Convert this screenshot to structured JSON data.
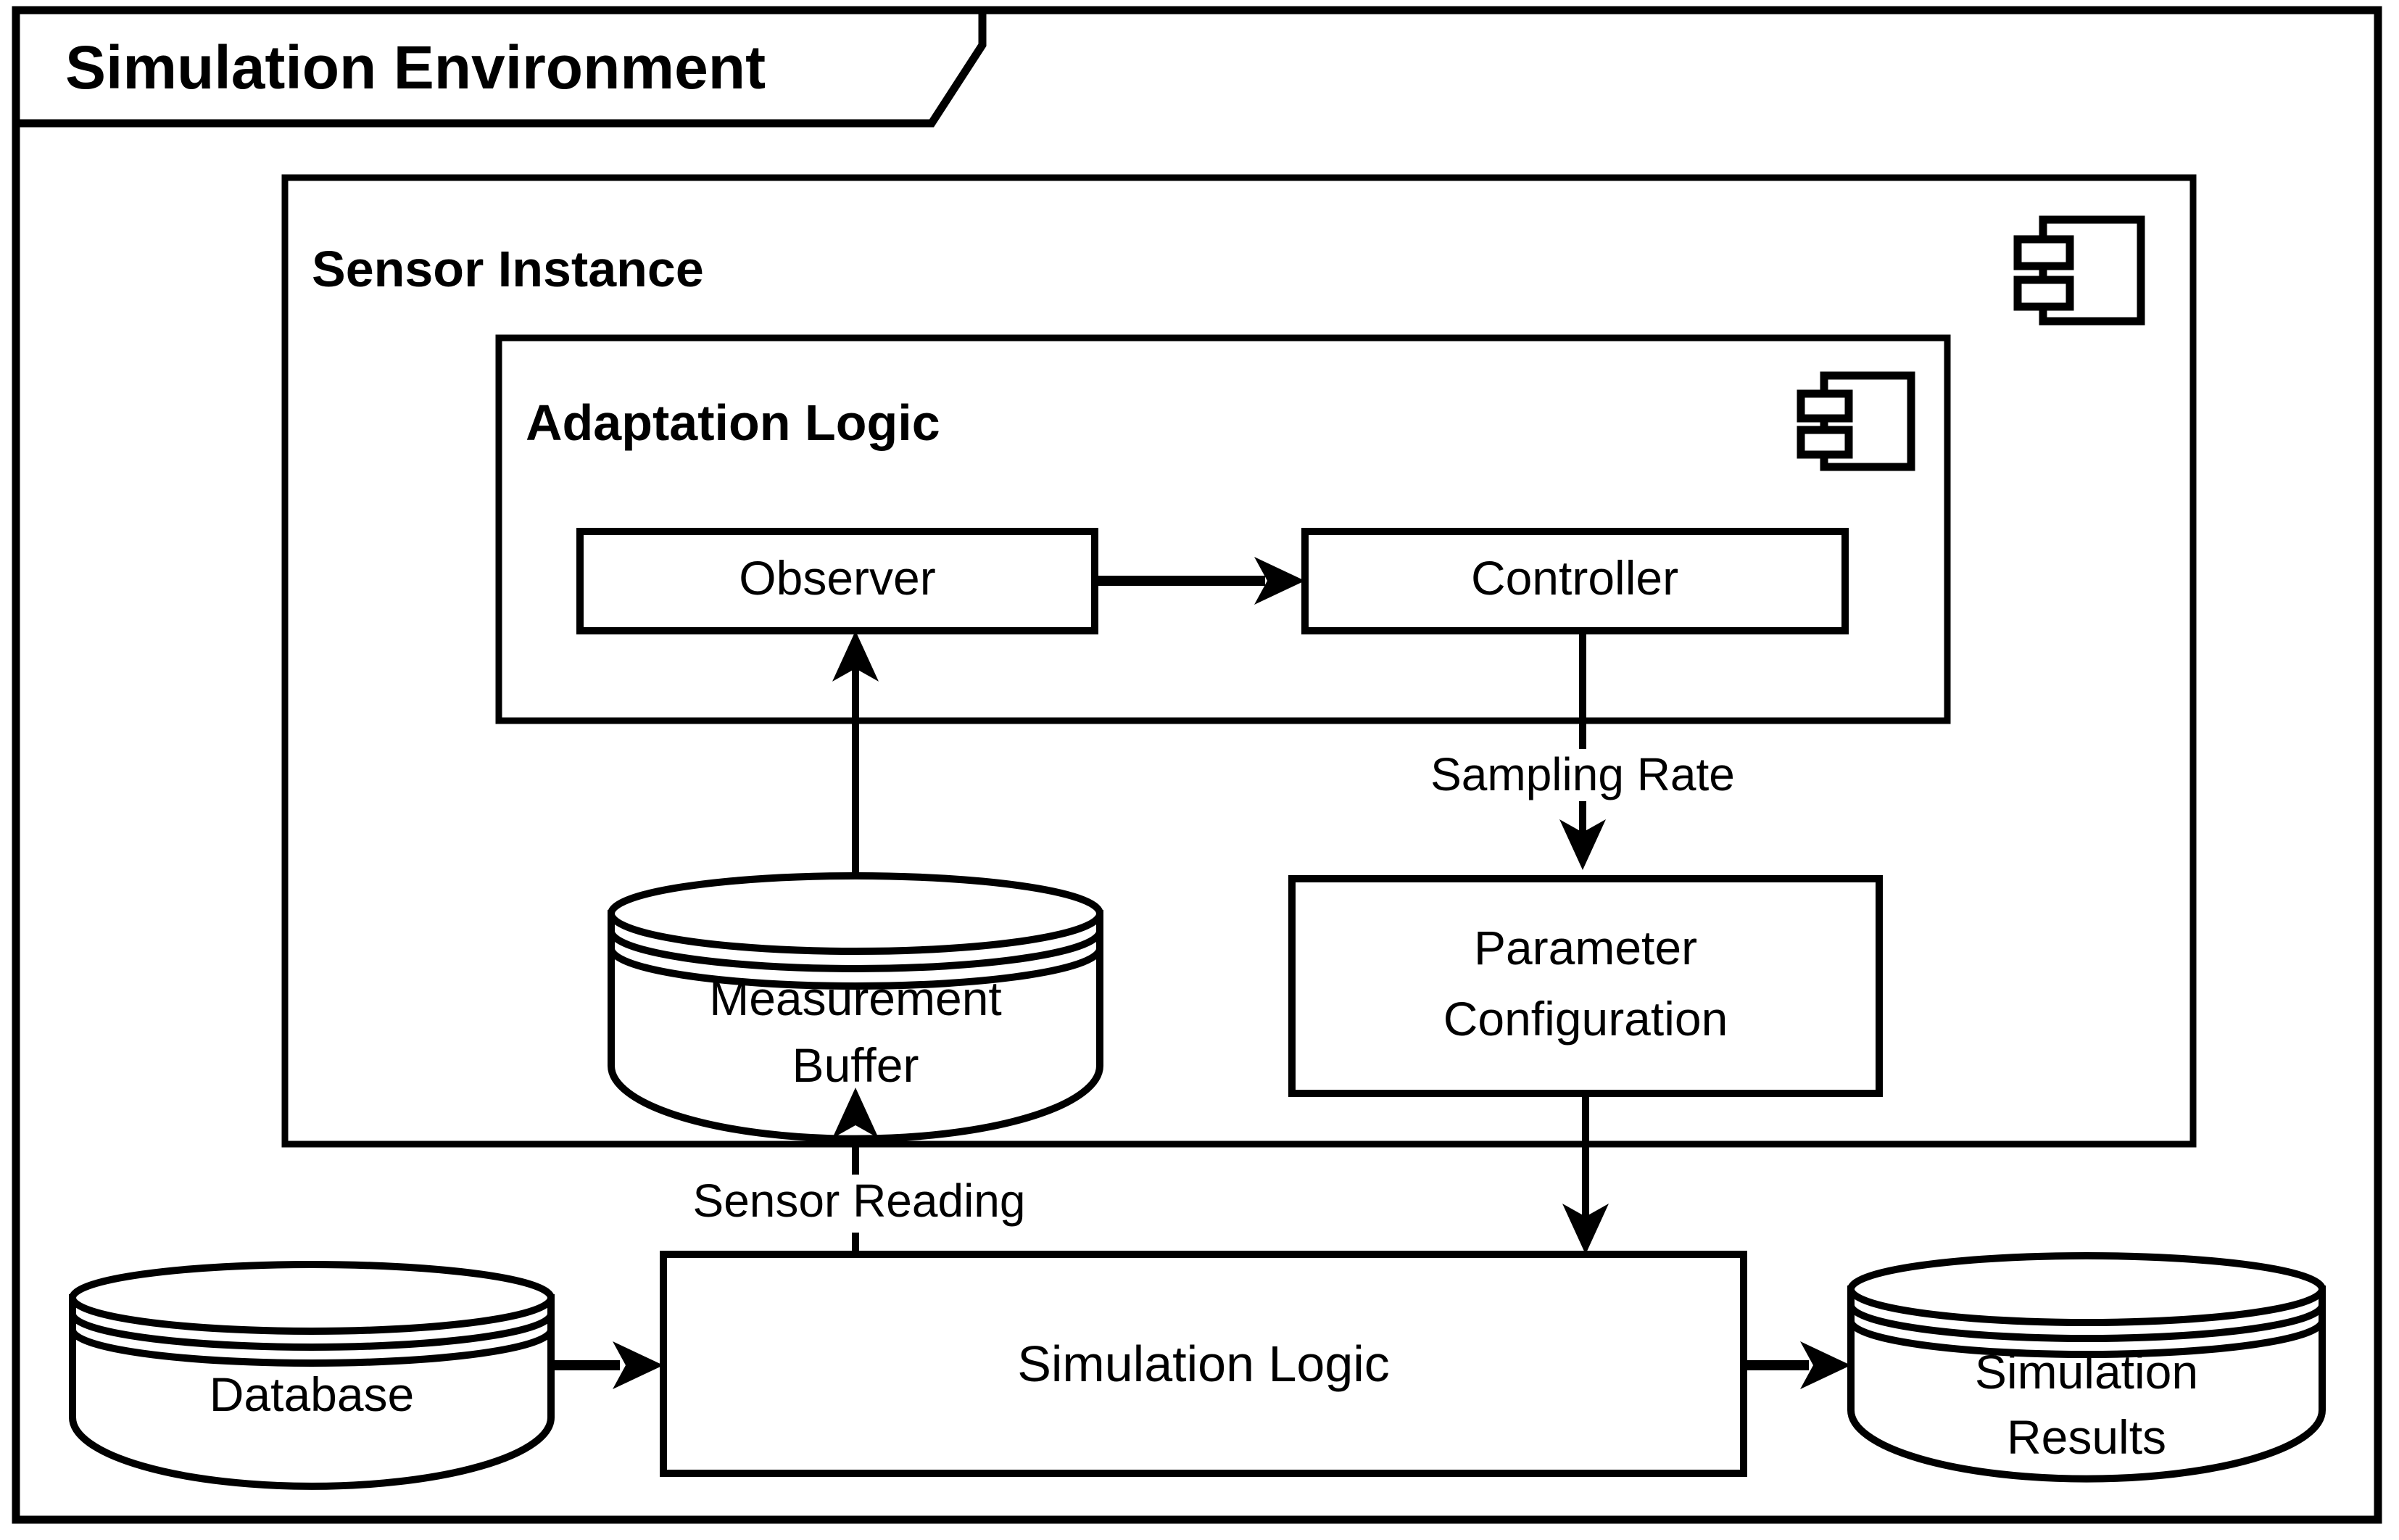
{
  "diagram": {
    "type": "uml-component-diagram",
    "title": "Simulation Environment",
    "background_color": "#ffffff",
    "line_color": "#000000",
    "containers": [
      {
        "id": "simulation-environment",
        "label": "Simulation Environment",
        "shape": "tabbed-frame",
        "label_style": "bold"
      },
      {
        "id": "sensor-instance",
        "label": "Sensor Instance",
        "shape": "component-box",
        "label_style": "bold",
        "icon": "uml-component-icon"
      },
      {
        "id": "adaptation-logic",
        "label": "Adaptation Logic",
        "shape": "component-box",
        "label_style": "bold",
        "icon": "uml-component-icon"
      }
    ],
    "nodes": [
      {
        "id": "observer",
        "label": "Observer",
        "shape": "rectangle"
      },
      {
        "id": "controller",
        "label": "Controller",
        "shape": "rectangle"
      },
      {
        "id": "measurement-buffer",
        "label_line1": "Measurement",
        "label_line2": "Buffer",
        "shape": "cylinder"
      },
      {
        "id": "parameter-configuration",
        "label_line1": "Parameter",
        "label_line2": "Configuration",
        "shape": "rectangle"
      },
      {
        "id": "database",
        "label": "Database",
        "shape": "cylinder"
      },
      {
        "id": "simulation-logic",
        "label": "Simulation Logic",
        "shape": "rectangle"
      },
      {
        "id": "simulation-results",
        "label_line1": "Simulation",
        "label_line2": "Results",
        "shape": "cylinder"
      }
    ],
    "edges": [
      {
        "id": "observer-to-controller",
        "from": "observer",
        "to": "controller",
        "label": "",
        "arrowhead": "solid"
      },
      {
        "id": "buffer-to-observer",
        "from": "measurement-buffer",
        "to": "observer",
        "label": "",
        "arrowhead": "solid"
      },
      {
        "id": "controller-to-parameter-configuration",
        "from": "controller",
        "to": "parameter-configuration",
        "label": "Sampling Rate",
        "arrowhead": "solid"
      },
      {
        "id": "simulation-logic-to-buffer",
        "from": "simulation-logic",
        "to": "measurement-buffer",
        "label": "Sensor Reading",
        "arrowhead": "solid"
      },
      {
        "id": "parameter-configuration-to-simulation-logic",
        "from": "parameter-configuration",
        "to": "simulation-logic",
        "label": "",
        "arrowhead": "solid"
      },
      {
        "id": "database-to-simulation-logic",
        "from": "database",
        "to": "simulation-logic",
        "label": "",
        "arrowhead": "solid"
      },
      {
        "id": "simulation-logic-to-results",
        "from": "simulation-logic",
        "to": "simulation-results",
        "label": "",
        "arrowhead": "solid"
      }
    ],
    "edge_labels": {
      "sampling_rate": "Sampling Rate",
      "sensor_reading": "Sensor Reading"
    }
  }
}
